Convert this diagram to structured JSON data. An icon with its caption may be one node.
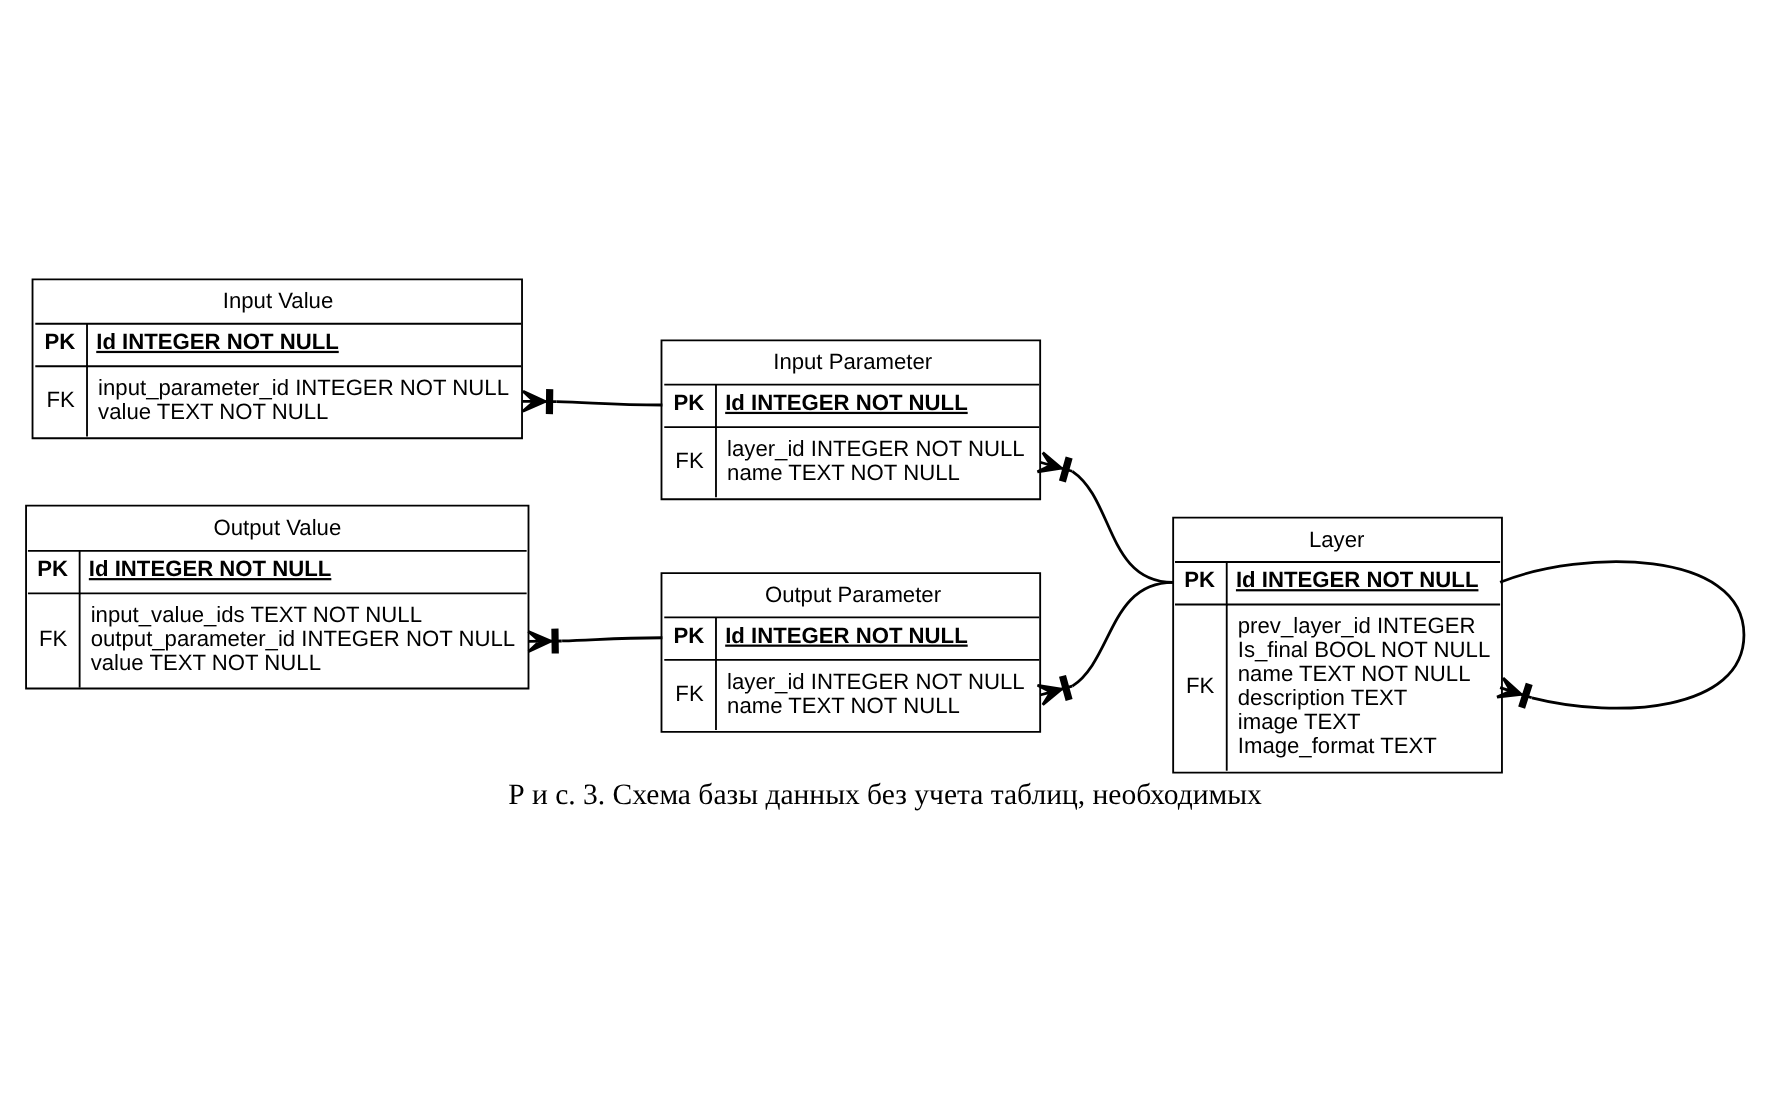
{
  "diagram": {
    "caption": "Р и с. 3. Схема базы данных без учета таблиц, необходимых",
    "nodes": [
      {
        "text": [
          "Layer",
          "PK",
          "Id INTEGER NOT NULL",
          "FK",
          "prev_layer_id INTEGER",
          "Is_final BOOL NOT NULL",
          "name TEXT NOT NULL",
          "description TEXT",
          "image TEXT",
          "Image_format TEXT"
        ]
      },
      {
        "text": [
          "Input Value",
          "PK",
          "Id INTEGER NOT NULL",
          "FK",
          "input_parameter_id INTEGER NOT NULL",
          "value TEXT NOT NULL"
        ]
      },
      {
        "text": [
          "Input Parameter",
          "PK",
          "Id INTEGER NOT NULL",
          "FK",
          "layer_id INTEGER NOT NULL",
          "name TEXT NOT NULL"
        ]
      },
      {
        "text": [
          "Output Value",
          "PK",
          "Id INTEGER NOT NULL",
          "input_value_ids TEXT NOT NULL",
          "FK",
          "output_parameter_id INTEGER NOT NULL",
          "value TEXT NOT NULL"
        ]
      },
      {
        "text": [
          "Output Parameter",
          "PK",
          "Id INTEGER NOT NULL",
          "FK",
          "layer_id INTEGER NOT NULL",
          "name TEXT NOT NULL"
        ]
      }
    ],
    "edges": [
      {
        "from": 0,
        "to": 0,
        "arrow": "other"
      },
      {
        "from": 0,
        "to": 2,
        "arrow": "other"
      },
      {
        "from": 0,
        "to": 4,
        "arrow": "other"
      },
      {
        "from": 2,
        "to": 1,
        "arrow": "other"
      },
      {
        "from": 4,
        "to": 3,
        "arrow": "other"
      }
    ]
  }
}
